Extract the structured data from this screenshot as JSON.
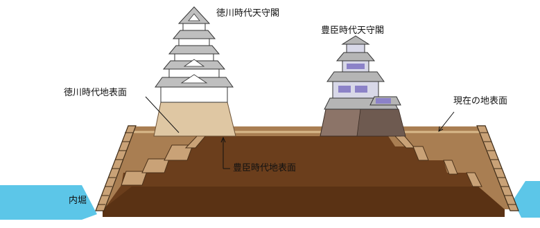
{
  "labels": {
    "tokugawa_tenshu": "徳川時代天守閣",
    "toyotomi_tenshu": "豊臣時代天守閣",
    "tokugawa_surface": "徳川時代地表面",
    "current_surface": "現在の地表面",
    "toyotomi_surface": "豊臣時代地表面",
    "inner_moat": "内堀"
  },
  "colors": {
    "moat": "#5cc6e8",
    "tokugawa_soil": "#a97e52",
    "toyotomi_soil": "#6b3e1c",
    "deep_soil": "#5a3214",
    "stone_wall": "#c9a277",
    "tokugawa_base": "#dfc7a3",
    "toyotomi_base": "#8c7468",
    "roof": "#bfbfbf",
    "window": "#8c82c8"
  }
}
